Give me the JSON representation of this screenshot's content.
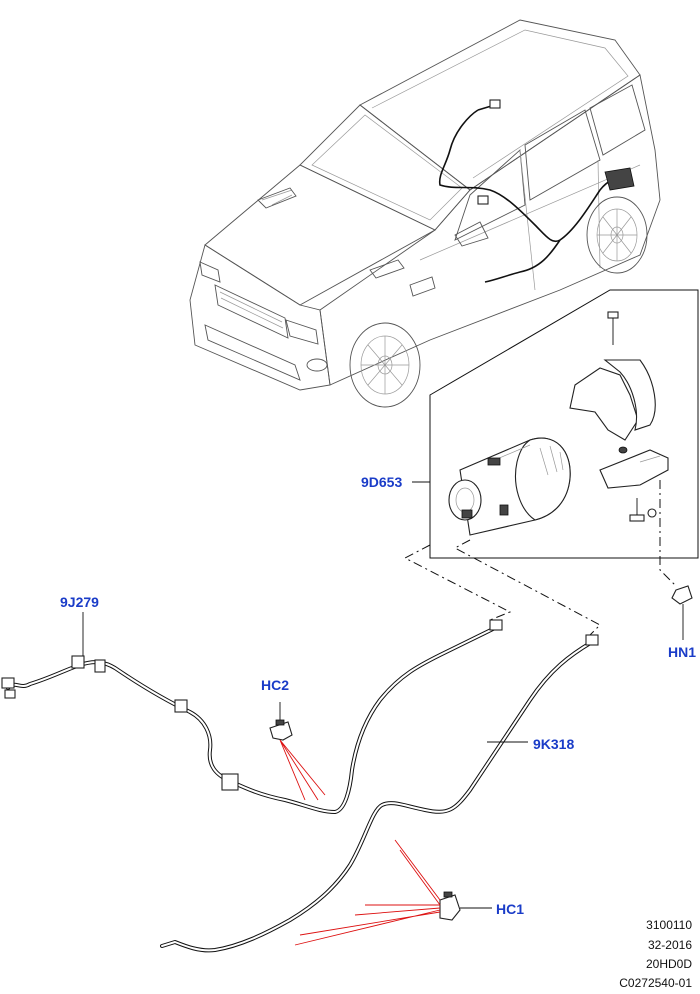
{
  "callouts": {
    "canister": "9D653",
    "front_pipe": "9J279",
    "rear_pipe": "9K318",
    "clip_upper": "HC2",
    "clip_lower": "HC1",
    "nut": "HN1"
  },
  "reference": {
    "line1": "3100110",
    "line2": "32-2016",
    "line3": "20HD0D",
    "line4": "C0272540-01"
  }
}
